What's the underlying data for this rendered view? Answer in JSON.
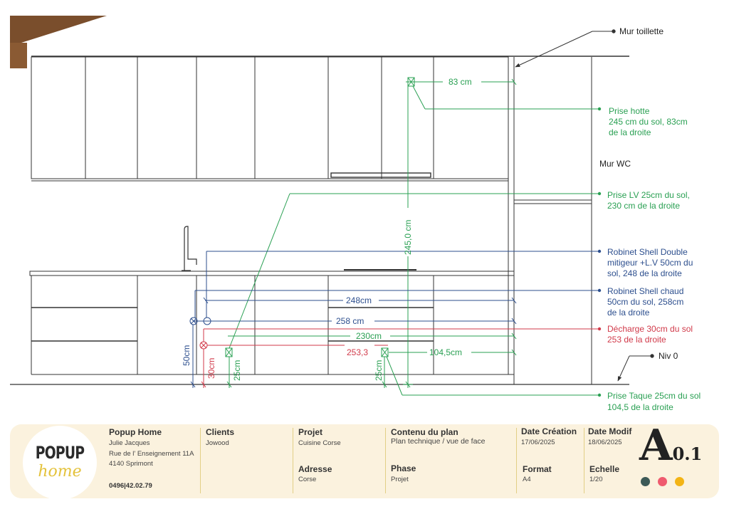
{
  "colors": {
    "green": "#2aa053",
    "blue": "#2d4f8e",
    "red": "#d13a4a",
    "line": "#333333",
    "wood": "#8a5a33",
    "titleblock_bg": "#fbf2de",
    "logo_yellow": "#e4c23b"
  },
  "drawing": {
    "labels": {
      "mur_toilette": "Mur toillette",
      "mur_wc": "Mur WC",
      "niv0": "Niv 0"
    },
    "dimensions": {
      "d83": "83 cm",
      "d245": "245,0 cm",
      "d248": "248cm",
      "d258": "258 cm",
      "d230": "230cm",
      "d104": "104,5cm",
      "d2533": "253,3",
      "d50": "50cm",
      "d30": "30cm",
      "d25a": "25cm",
      "d25b": "25cm"
    },
    "annotations": {
      "hotte": [
        "Prise hotte",
        "245 cm du sol, 83cm",
        "de la droite"
      ],
      "lv": [
        "Prise LV 25cm du sol,",
        "230 cm de la droite"
      ],
      "mitigeur": [
        "Robinet Shell Double",
        "mitigeur +L.V 50cm du",
        "sol, 248 de la droite"
      ],
      "chaud": [
        "Robinet Shell chaud",
        "50cm du sol, 258cm",
        "de la droite"
      ],
      "decharge": [
        "Décharge 30cm du sol",
        "253 de la droite"
      ],
      "taque": [
        "Prise Taque 25cm du sol",
        "104,5 de la droite"
      ]
    }
  },
  "titleblock": {
    "logo": {
      "top": "POPUP",
      "bottom": "home"
    },
    "company": {
      "name": "Popup Home",
      "person": "Julie Jacques",
      "street": "Rue de l' Enseignement 11A",
      "city": "4140 Sprimont",
      "phone": "0496|42.02.79"
    },
    "clients": {
      "label": "Clients",
      "value": "Jowood"
    },
    "projet": {
      "label": "Projet",
      "value": "Cuisine Corse"
    },
    "adresse": {
      "label": "Adresse",
      "value": "Corse"
    },
    "contenu": {
      "label": "Contenu du plan",
      "value": "Plan technique / vue de face"
    },
    "phase": {
      "label": "Phase",
      "value": "Projet"
    },
    "date_creation": {
      "label": "Date Création",
      "value": "17/06/2025"
    },
    "format": {
      "label": "Format",
      "value": "A4"
    },
    "date_modif": {
      "label": "Date Modif",
      "value": "18/06/2025"
    },
    "echelle": {
      "label": "Echelle",
      "value": "1/20"
    },
    "sheet": {
      "letter": "A",
      "number": "0.1"
    },
    "dot_colors": [
      "#3d5a57",
      "#ef5b6e",
      "#f3b415"
    ]
  }
}
